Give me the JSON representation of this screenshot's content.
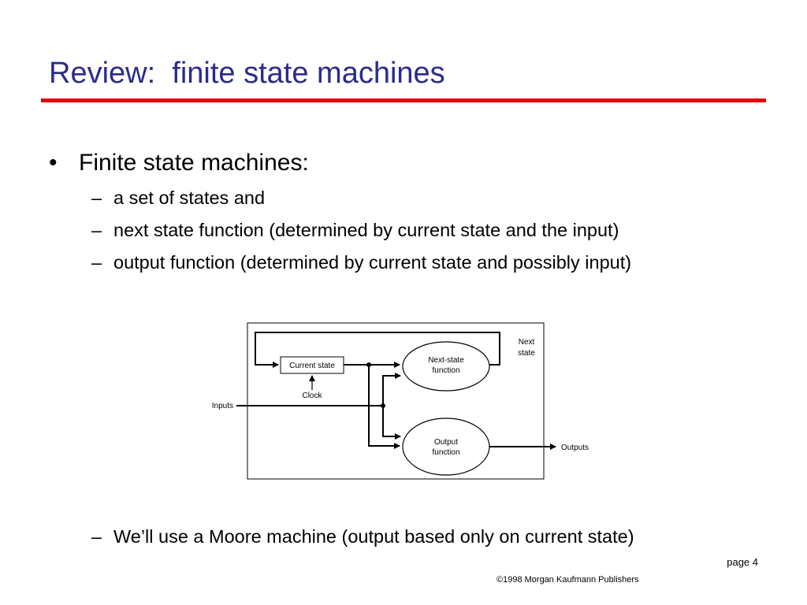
{
  "slide": {
    "title": "Review:  finite state machines"
  },
  "bullets": {
    "main_bullet_glyph": "•",
    "main": "Finite state machines:",
    "dash_glyph": "–",
    "sub": [
      "a set of states and",
      "next state function (determined by current state and the input)",
      "output function (determined by current state and possibly input)"
    ],
    "footnote": "We’ll use a Moore machine (output based only on current state)"
  },
  "diagram": {
    "current_state": "Current state",
    "next_state_function": [
      "Next-state",
      "function"
    ],
    "output_function": [
      "Output",
      "function"
    ],
    "clock": "Clock",
    "inputs": "Inputs",
    "outputs": "Outputs",
    "next_state": [
      "Next",
      "state"
    ]
  },
  "footer": {
    "page": "page 4",
    "copyright": "©1998 Morgan Kaufmann Publishers"
  }
}
